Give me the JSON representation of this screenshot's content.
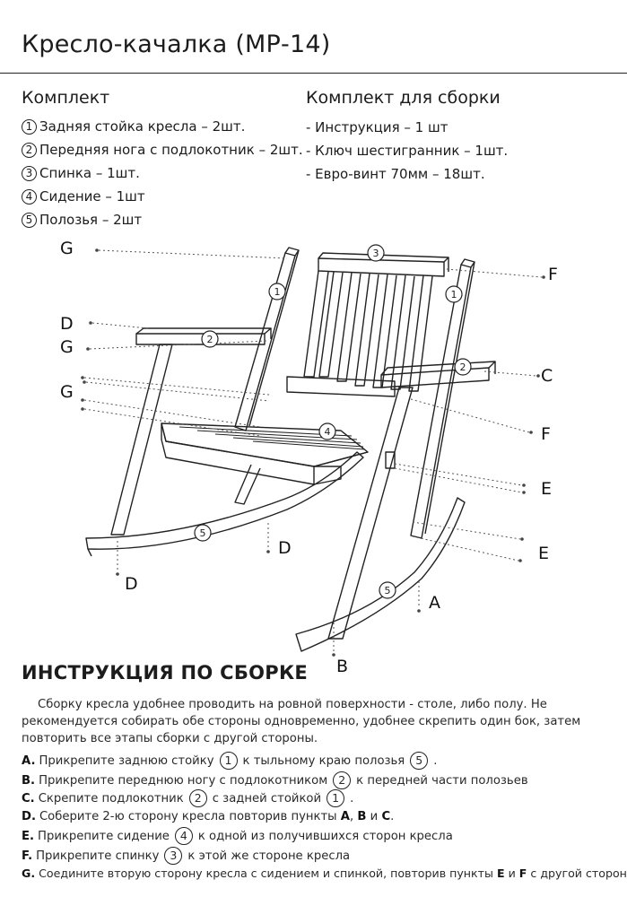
{
  "title": "Кресло-качалка (МР-14)",
  "kit": {
    "heading": "Комплект",
    "items": [
      {
        "num": "1",
        "text": "Задняя стойка кресла – 2шт."
      },
      {
        "num": "2",
        "text": "Передняя нога с подлокотник – 2шт."
      },
      {
        "num": "3",
        "text": "Спинка – 1шт."
      },
      {
        "num": "4",
        "text": "Сидение – 1шт"
      },
      {
        "num": "5",
        "text": "Полозья – 2шт"
      }
    ]
  },
  "assembly_kit": {
    "heading": "Комплект для сборки",
    "items": [
      "- Инструкция – 1 шт",
      "- Ключ шестигранник – 1шт.",
      "- Евро-винт 70мм – 18шт."
    ]
  },
  "diagram": {
    "labels": {
      "G1": "G",
      "D1": "D",
      "G2": "G",
      "G3": "G",
      "F1": "F",
      "C": "C",
      "F2": "F",
      "E1": "E",
      "E2": "E",
      "A": "A",
      "B": "B",
      "D2": "D",
      "D3": "D"
    },
    "parts": {
      "p1": "1",
      "p2": "2",
      "p3": "3",
      "p4": "4",
      "p5": "5"
    }
  },
  "instructions": {
    "heading": "ИНСТРУКЦИЯ ПО СБОРКЕ",
    "intro": "Сборку кресла удобнее проводить на ровной поверхности - столе, либо полу. Не рекомендуется собирать обе стороны одновременно, удобнее скрепить один бок, затем повторить все этапы сборки с другой стороны.",
    "steps": {
      "a": {
        "letter": "A.",
        "t1": "Прикрепите заднюю стойку",
        "n1": "1",
        "t2": "к тыльному краю полозья",
        "n2": "5",
        "t3": "."
      },
      "b": {
        "letter": "B.",
        "t1": "Прикрепите переднюю ногу с подлокотником",
        "n1": "2",
        "t2": "к передней части полозьев"
      },
      "c": {
        "letter": "C.",
        "t1": "Скрепите подлокотник",
        "n1": "2",
        "t2": "с задней стойкой",
        "n2": "1",
        "t3": "."
      },
      "d": {
        "letter": "D.",
        "t1": "Соберите 2-ю сторону кресла повторив пункты",
        "r1": "A",
        "s1": ",",
        "r2": "B",
        "s2": "и",
        "r3": "C",
        "t2": "."
      },
      "e": {
        "letter": "E.",
        "t1": "Прикрепите сидение",
        "n1": "4",
        "t2": "к одной из получившихся сторон кресла"
      },
      "f": {
        "letter": "F.",
        "t1": "Прикрепите спинку",
        "n1": "3",
        "t2": "к этой же стороне кресла"
      },
      "g": {
        "letter": "G.",
        "t1": "Соедините вторую сторону кресла с сидением и спинкой, повторив пункты",
        "r1": "E",
        "s1": "и",
        "r2": "F",
        "t2": "с другой стороны"
      }
    }
  }
}
